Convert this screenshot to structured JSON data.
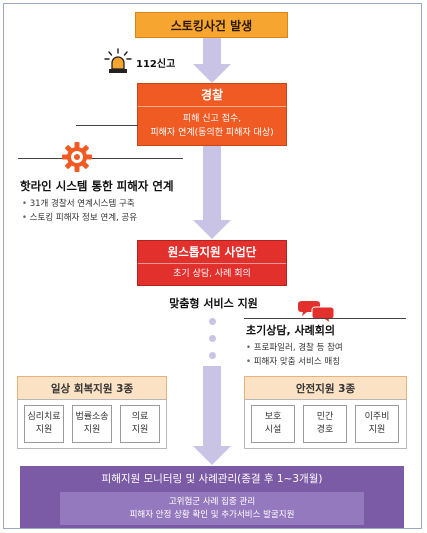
{
  "occurrence": "스토킹사건 발생",
  "report_label": "112신고",
  "police": {
    "title": "경찰",
    "lines": [
      "피해 신고 접수,",
      "피해자 연계(동의한 피해자 대상)"
    ]
  },
  "hotline": {
    "title": "핫라인 시스템 통한 피해자 연계",
    "bullets": [
      "31개 경찰서 연계시스템 구축",
      "스토킹 피해자 정보 연계, 공유"
    ]
  },
  "onestop": {
    "title": "원스톱지원 사업단",
    "line": "초기 상담, 사례 회의"
  },
  "custom_service": "맞춤형 서비스 지원",
  "initial": {
    "title": "초기상담, 사례회의",
    "bullets": [
      "프로파일러, 경찰 등 참여",
      "피해자 맞춤 서비스 매칭"
    ]
  },
  "daily": {
    "title": "일상 회복지원 3종",
    "items": [
      [
        "심리치료",
        "지원"
      ],
      [
        "법률소송",
        "지원"
      ],
      [
        "의료",
        "지원"
      ]
    ]
  },
  "safety": {
    "title": "안전지원 3종",
    "items": [
      [
        "보호",
        "시설"
      ],
      [
        "민간",
        "경호"
      ],
      [
        "이주비",
        "지원"
      ]
    ]
  },
  "monitor": {
    "title": "피해지원 모니터링 및 사례관리(종결 후 1~3개월)",
    "lines": [
      "고위험군 사례 집중 관리",
      "피해자 안정 상황 확인 및 추가서비스 발굴지원"
    ]
  },
  "colors": {
    "occurrence": "#f6a531",
    "police": "#f05a23",
    "onestop": "#e2302d",
    "group_title": "#fbe2c5",
    "monitor": "#7b5aa6",
    "arrow": "#c9c3e6"
  }
}
